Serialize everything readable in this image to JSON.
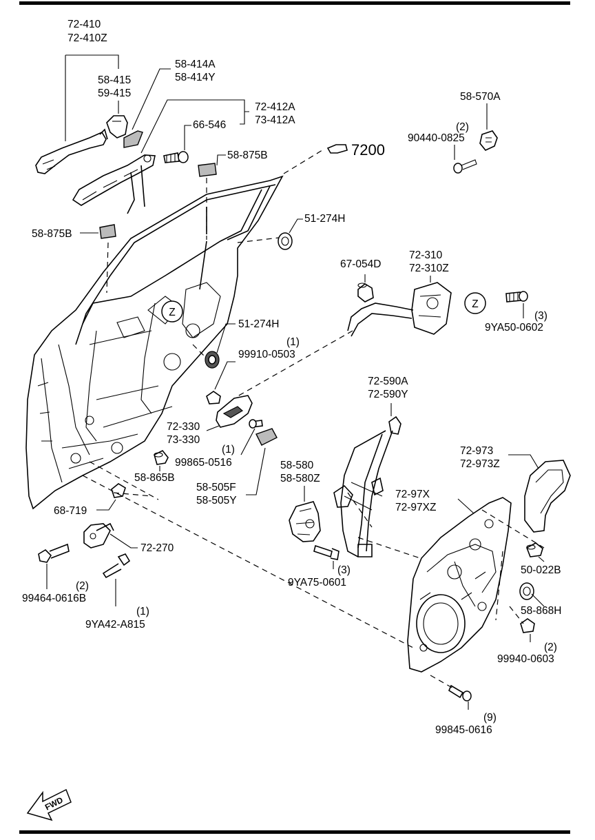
{
  "diagram": {
    "labels": {
      "l_72410": "72-410",
      "l_72410z": "72-410Z",
      "l_58415": "58-415",
      "l_59415": "59-415",
      "l_58414a": "58-414A",
      "l_58414y": "58-414Y",
      "l_72412a": "72-412A",
      "l_73412a": "73-412A",
      "l_66546": "66-546",
      "l_58875b_top": "58-875B",
      "l_7200": "7200",
      "l_58570a": "58-570A",
      "l_qty_2a": "(2)",
      "l_90440": "90440-0825",
      "l_58875b_left": "58-875B",
      "l_51274h_top": "51-274H",
      "l_67054d": "67-054D",
      "l_72310": "72-310",
      "l_72310z": "72-310Z",
      "l_z_right": "Z",
      "l_qty_3a": "(3)",
      "l_9ya50": "9YA50-0602",
      "l_z_door": "Z",
      "l_51274h_mid": "51-274H",
      "l_qty_1a": "(1)",
      "l_99910": "99910-0503",
      "l_72590a": "72-590A",
      "l_72590y": "72-590Y",
      "l_72330": "72-330",
      "l_73330": "73-330",
      "l_qty_1b": "(1)",
      "l_99865": "99865-0516",
      "l_72973": "72-973",
      "l_72973z": "72-973Z",
      "l_58580": "58-580",
      "l_58580z": "58-580Z",
      "l_5886b": "58-865B",
      "l_58505f": "58-505F",
      "l_58505y": "58-505Y",
      "l_7297x": "72-97X",
      "l_7297xz": "72-97XZ",
      "l_68719": "68-719",
      "l_72270": "72-270",
      "l_50022b": "50-022B",
      "l_qty_3b": "(3)",
      "l_9ya75": "9YA75-0601",
      "l_qty_2b": "(2)",
      "l_99464": "99464-0616B",
      "l_58868h": "58-868H",
      "l_qty_1c": "(1)",
      "l_9ya42": "9YA42-A815",
      "l_qty_2c": "(2)",
      "l_99940": "99940-0603",
      "l_qty_9": "(9)",
      "l_99845": "99845-0616",
      "l_fwd": "FWD"
    }
  }
}
